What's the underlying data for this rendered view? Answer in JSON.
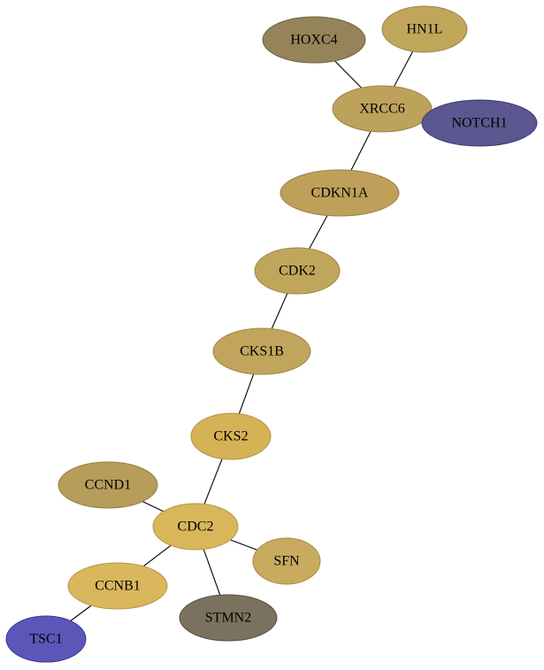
{
  "nodes": [
    {
      "id": "HOXC4",
      "label": "HOXC4",
      "fill": "#958459",
      "stroke": "#6e6240"
    },
    {
      "id": "HN1L",
      "label": "HN1L",
      "fill": "#c0a65b",
      "stroke": "#9c8745"
    },
    {
      "id": "XRCC6",
      "label": "XRCC6",
      "fill": "#bea25c",
      "stroke": "#9a8444"
    },
    {
      "id": "NOTCH1",
      "label": "NOTCH1",
      "fill": "#5c5791",
      "stroke": "#3c386e"
    },
    {
      "id": "CDKN1A",
      "label": "CDKN1A",
      "fill": "#bea05a",
      "stroke": "#9a8243"
    },
    {
      "id": "CDK2",
      "label": "CDK2",
      "fill": "#c0a65b",
      "stroke": "#9c8745"
    },
    {
      "id": "CKS1B",
      "label": "CKS1B",
      "fill": "#c1a55c",
      "stroke": "#9d8645"
    },
    {
      "id": "CKS2",
      "label": "CKS2",
      "fill": "#d4b356",
      "stroke": "#b09240"
    },
    {
      "id": "CCND1",
      "label": "CCND1",
      "fill": "#b69d5a",
      "stroke": "#937f43"
    },
    {
      "id": "CDC2",
      "label": "CDC2",
      "fill": "#d8b65a",
      "stroke": "#b49543"
    },
    {
      "id": "SFN",
      "label": "SFN",
      "fill": "#c8ab5e",
      "stroke": "#a48b46"
    },
    {
      "id": "CCNB1",
      "label": "CCNB1",
      "fill": "#dab75c",
      "stroke": "#b69644"
    },
    {
      "id": "STMN2",
      "label": "STMN2",
      "fill": "#7a725e",
      "stroke": "#565040"
    },
    {
      "id": "TSC1",
      "label": "TSC1",
      "fill": "#5b57b9",
      "stroke": "#3c3896"
    }
  ],
  "edges": [
    [
      "HOXC4",
      "XRCC6"
    ],
    [
      "HN1L",
      "XRCC6"
    ],
    [
      "XRCC6",
      "CDKN1A"
    ],
    [
      "CDKN1A",
      "CDK2"
    ],
    [
      "CDK2",
      "CKS1B"
    ],
    [
      "CKS1B",
      "CKS2"
    ],
    [
      "CKS2",
      "CDC2"
    ],
    [
      "CCND1",
      "CDC2"
    ],
    [
      "CDC2",
      "SFN"
    ],
    [
      "CDC2",
      "CCNB1"
    ],
    [
      "CDC2",
      "STMN2"
    ],
    [
      "CCNB1",
      "TSC1"
    ]
  ]
}
